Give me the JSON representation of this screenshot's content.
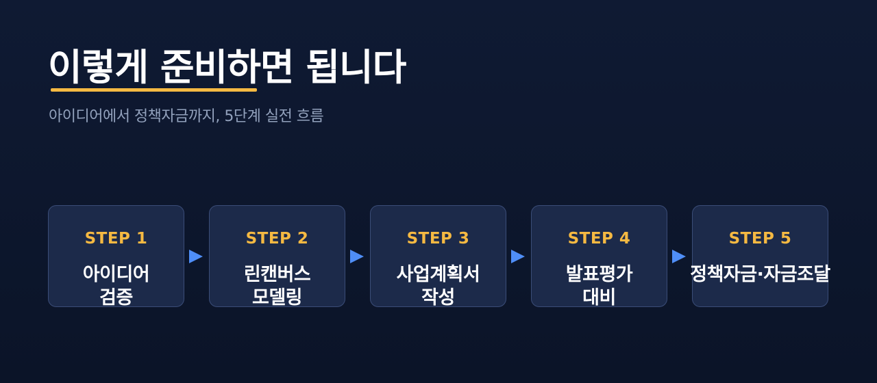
{
  "header": {
    "title": "이렇게 준비하면 됩니다",
    "subtitle": "아이디어에서 정책자금까지, 5단계 실전 흐름"
  },
  "steps": [
    {
      "label": "STEP 1",
      "name": "아이디어\n검증"
    },
    {
      "label": "STEP 2",
      "name": "린캔버스\n모델링"
    },
    {
      "label": "STEP 3",
      "name": "사업계획서\n작성"
    },
    {
      "label": "STEP 4",
      "name": "발표평가\n대비"
    },
    {
      "label": "STEP 5",
      "name": "정책자금·자금조달"
    }
  ],
  "colors": {
    "accent": "#f5b942",
    "arrow": "#4f8ef7",
    "card_bg": "#1c2a4a",
    "card_border": "#3b4d78",
    "background": "#0f1a33"
  },
  "icons": {
    "connector": "arrow-right-icon"
  }
}
